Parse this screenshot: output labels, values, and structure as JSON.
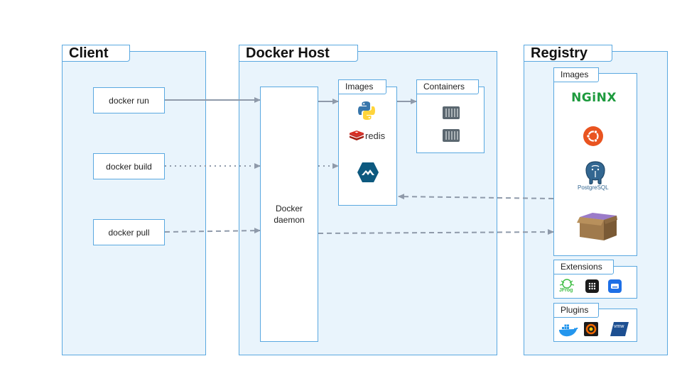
{
  "client": {
    "title": "Client",
    "commands": [
      "docker run",
      "docker build",
      "docker pull"
    ]
  },
  "host": {
    "title": "Docker Host",
    "daemon_line1": "Docker",
    "daemon_line2": "daemon",
    "images_label": "Images",
    "containers_label": "Containers",
    "redis_text": "redis"
  },
  "registry": {
    "title": "Registry",
    "images_label": "Images",
    "extensions_label": "Extensions",
    "plugins_label": "Plugins",
    "nginx_text": "NGiNX",
    "postgres_text": "PostgreSQL",
    "jfrog_text": "JFrog",
    "vmw_text": "vmw"
  },
  "colors": {
    "section_bg": "#e9f4fc",
    "border": "#5aa8e0",
    "arrow": "#8f9aaa",
    "nginx": "#1d9a3d",
    "ubuntu": "#e95420",
    "postgres": "#336791",
    "container": "#5b6770"
  },
  "icons": {
    "python": "python-logo-icon",
    "redis": "redis-logo-icon",
    "alpine": "alpine-logo-icon",
    "container": "container-icon",
    "nginx": "nginx-logo-icon",
    "ubuntu": "ubuntu-logo-icon",
    "postgres": "postgresql-elephant-icon",
    "box": "cardboard-box-icon",
    "jfrog": "jfrog-logo-icon",
    "grid": "grid-app-icon",
    "drive": "drive-icon",
    "docker_whale": "docker-whale-icon",
    "grafana": "grafana-logo-icon",
    "vmware": "vmware-logo-icon"
  }
}
